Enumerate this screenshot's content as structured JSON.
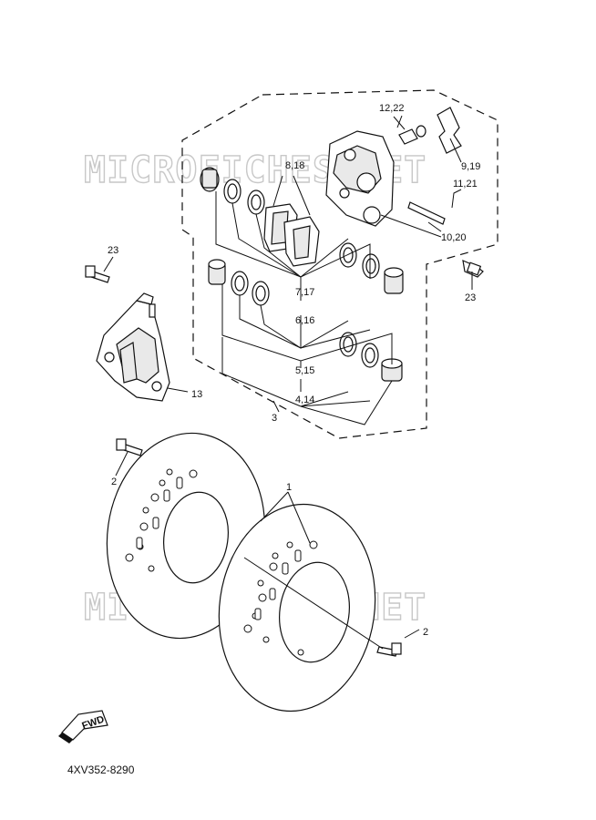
{
  "watermark": "MICROFICHES.NET",
  "diagram_code": "4XV352-8290",
  "fwd_label": "FWD",
  "callouts": {
    "c1": "1",
    "c2a": "2",
    "c2b": "2",
    "c3": "3",
    "c4_14": "4,14",
    "c5_15": "5,15",
    "c6_16": "6,16",
    "c7_17": "7,17",
    "c8_18": "8,18",
    "c9_19": "9,19",
    "c10_20": "10,20",
    "c11_21": "11,21",
    "c12_22": "12,22",
    "c13": "13",
    "c23a": "23",
    "c23b": "23"
  }
}
